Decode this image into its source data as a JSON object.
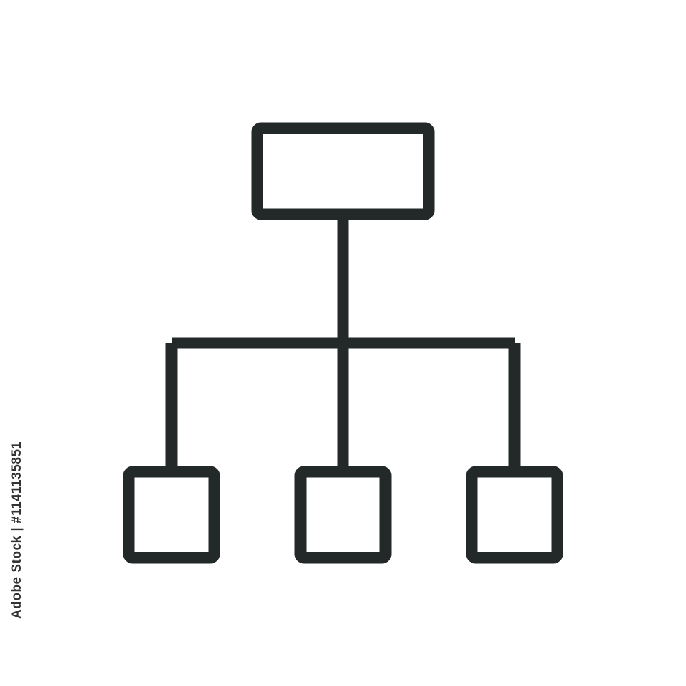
{
  "diagram": {
    "icon_name": "hierarchy-icon",
    "stroke_color": "#232829",
    "background_color": "#ffffff",
    "nodes": [
      {
        "id": "root",
        "level": 0
      },
      {
        "id": "child-left",
        "level": 1
      },
      {
        "id": "child-center",
        "level": 1
      },
      {
        "id": "child-right",
        "level": 1
      }
    ],
    "edges": [
      {
        "from": "root",
        "to": "child-left"
      },
      {
        "from": "root",
        "to": "child-center"
      },
      {
        "from": "root",
        "to": "child-right"
      }
    ]
  },
  "watermark": {
    "stock_id": "Adobe Stock | #1141135851"
  }
}
